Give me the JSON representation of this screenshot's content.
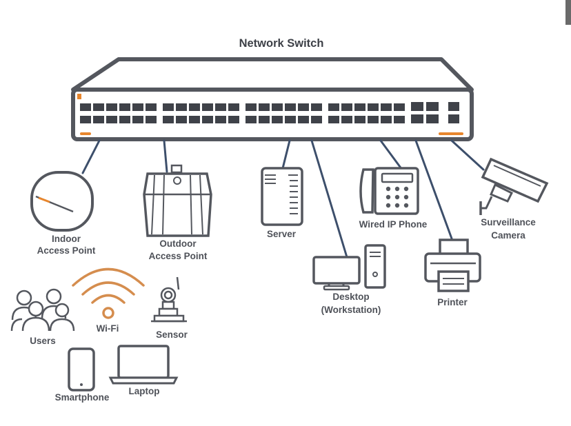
{
  "title": "Network Switch",
  "colors": {
    "outline": "#54575e",
    "accent": "#e8862d",
    "wifi": "#d58d4e",
    "background": "#ffffff"
  },
  "devices": {
    "indoor_ap": {
      "label_line1": "Indoor",
      "label_line2": "Access Point"
    },
    "outdoor_ap": {
      "label_line1": "Outdoor",
      "label_line2": "Access Point"
    },
    "server": {
      "label": "Server"
    },
    "desktop": {
      "label_line1": "Desktop",
      "label_line2": "(Workstation)"
    },
    "ip_phone": {
      "label": "Wired IP Phone"
    },
    "printer": {
      "label": "Printer"
    },
    "camera": {
      "label_line1": "Surveillance",
      "label_line2": "Camera"
    }
  },
  "wireless_clients": {
    "users": {
      "label": "Users"
    },
    "wifi": {
      "label": "Wi-Fi"
    },
    "sensor": {
      "label": "Sensor"
    },
    "smartphone": {
      "label": "Smartphone"
    },
    "laptop": {
      "label": "Laptop"
    }
  }
}
